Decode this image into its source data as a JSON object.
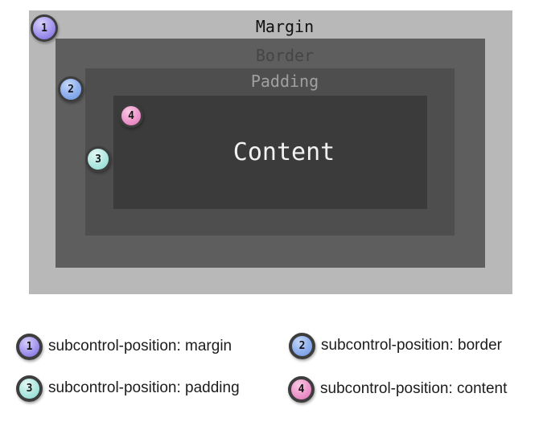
{
  "diagram": {
    "boxes": [
      {
        "name": "margin",
        "label": "Margin"
      },
      {
        "name": "border",
        "label": "Border"
      },
      {
        "name": "padding",
        "label": "Padding"
      },
      {
        "name": "content",
        "label": "Content"
      }
    ],
    "badges": [
      {
        "number": "1",
        "position": "margin"
      },
      {
        "number": "2",
        "position": "border"
      },
      {
        "number": "3",
        "position": "padding"
      },
      {
        "number": "4",
        "position": "content"
      }
    ]
  },
  "legend": {
    "items": [
      {
        "number": "1",
        "label": "subcontrol-position: margin"
      },
      {
        "number": "2",
        "label": "subcontrol-position: border"
      },
      {
        "number": "3",
        "label": "subcontrol-position: padding"
      },
      {
        "number": "4",
        "label": "subcontrol-position: content"
      }
    ]
  },
  "colors": {
    "margin_box": "#b8b8b8",
    "border_box": "#5e5e5e",
    "padding_box": "#4e4e4e",
    "content_box": "#3b3b3b",
    "badge_margin": "#8a7ce6",
    "badge_border": "#7ba1ea",
    "badge_padding": "#9fe2da",
    "badge_content": "#e786c2",
    "badge_ring": "#3d3d3d"
  }
}
